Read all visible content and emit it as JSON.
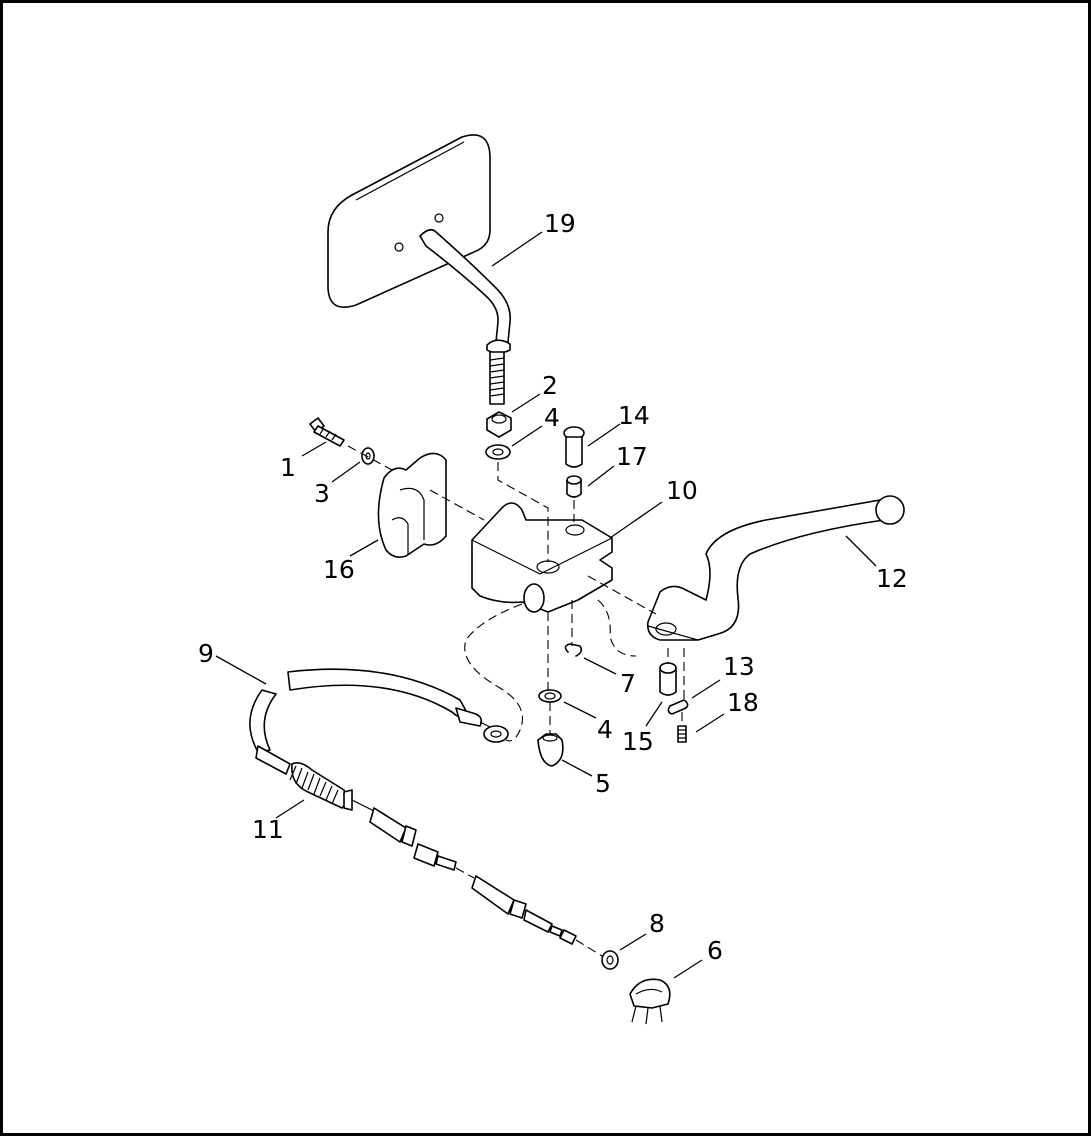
{
  "diagram": {
    "callouts": [
      {
        "id": "c19",
        "text": "19"
      },
      {
        "id": "c2",
        "text": "2"
      },
      {
        "id": "c4a",
        "text": "4"
      },
      {
        "id": "c14",
        "text": "14"
      },
      {
        "id": "c17",
        "text": "17"
      },
      {
        "id": "c10",
        "text": "10"
      },
      {
        "id": "c1",
        "text": "1"
      },
      {
        "id": "c3",
        "text": "3"
      },
      {
        "id": "c16",
        "text": "16"
      },
      {
        "id": "c12",
        "text": "12"
      },
      {
        "id": "c9",
        "text": "9"
      },
      {
        "id": "c7",
        "text": "7"
      },
      {
        "id": "c13",
        "text": "13"
      },
      {
        "id": "c18",
        "text": "18"
      },
      {
        "id": "c4b",
        "text": "4"
      },
      {
        "id": "c15",
        "text": "15"
      },
      {
        "id": "c5",
        "text": "5"
      },
      {
        "id": "c11",
        "text": "11"
      },
      {
        "id": "c8",
        "text": "8"
      },
      {
        "id": "c6",
        "text": "6"
      }
    ]
  }
}
